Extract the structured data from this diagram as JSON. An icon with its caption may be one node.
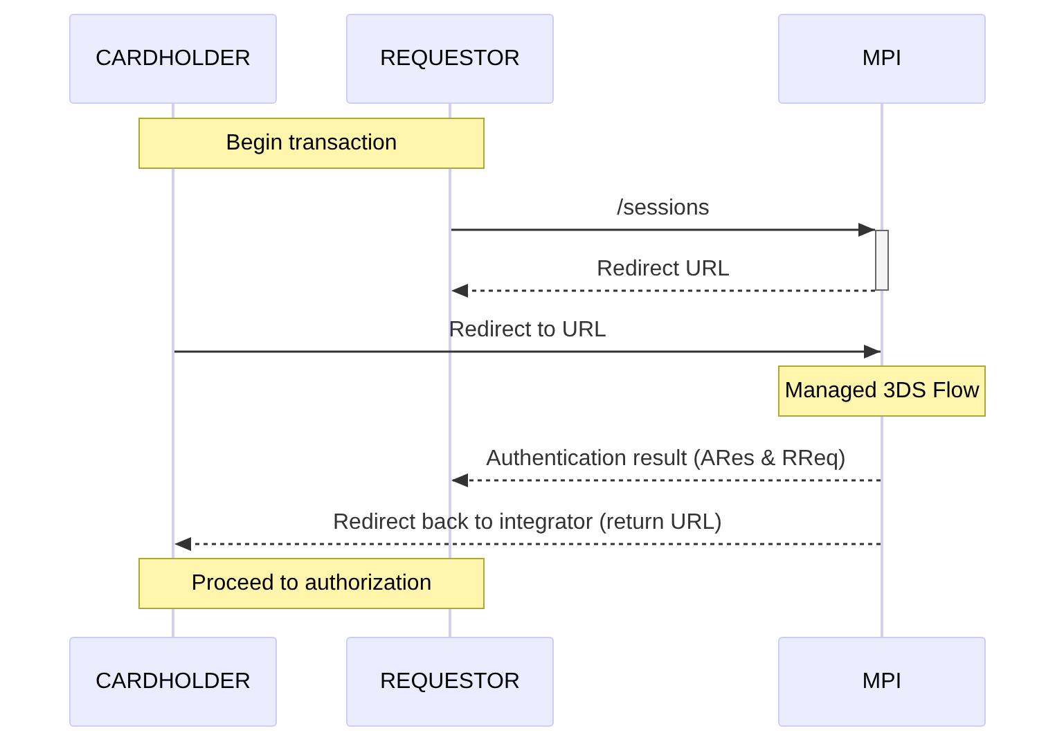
{
  "diagram": {
    "nodes": [
      {
        "text": [
          "CARDHOLDER"
        ]
      },
      {
        "text": [
          "REQUESTOR"
        ]
      },
      {
        "text": [
          "MPI"
        ]
      },
      {
        "text": [],
        "shape": "bar"
      },
      {
        "text": [],
        "shape": "bar"
      },
      {
        "text": [],
        "shape": "bar"
      },
      {
        "text": [
          "Begin transaction"
        ]
      },
      {
        "text": [],
        "shape": "bar"
      },
      {
        "text": [
          "Managed 3DS Flow"
        ]
      },
      {
        "text": [],
        "shape": "bar"
      },
      {
        "text": [
          "Proceed to authorization"
        ]
      },
      {
        "text": [
          "CARDHOLDER"
        ]
      },
      {
        "text": [
          "REQUESTOR"
        ]
      },
      {
        "text": [
          "MPI"
        ]
      }
    ],
    "edges": [
      {
        "from": 4,
        "to": 7,
        "arrow": "to",
        "label": "/sessions"
      },
      {
        "from": 7,
        "to": 4,
        "arrow": "to",
        "label": "Redirect URL",
        "style": "dashed"
      },
      {
        "from": 3,
        "to": 5,
        "arrow": "to",
        "label": "Redirect to URL"
      },
      {
        "from": 9,
        "to": 4,
        "arrow": "to",
        "label": "Authentication result (ARes & RReq)",
        "style": "dashed"
      },
      {
        "from": 9,
        "to": 3,
        "arrow": "to",
        "label": "Redirect back to integrator (return URL)",
        "style": "dashed"
      }
    ]
  }
}
